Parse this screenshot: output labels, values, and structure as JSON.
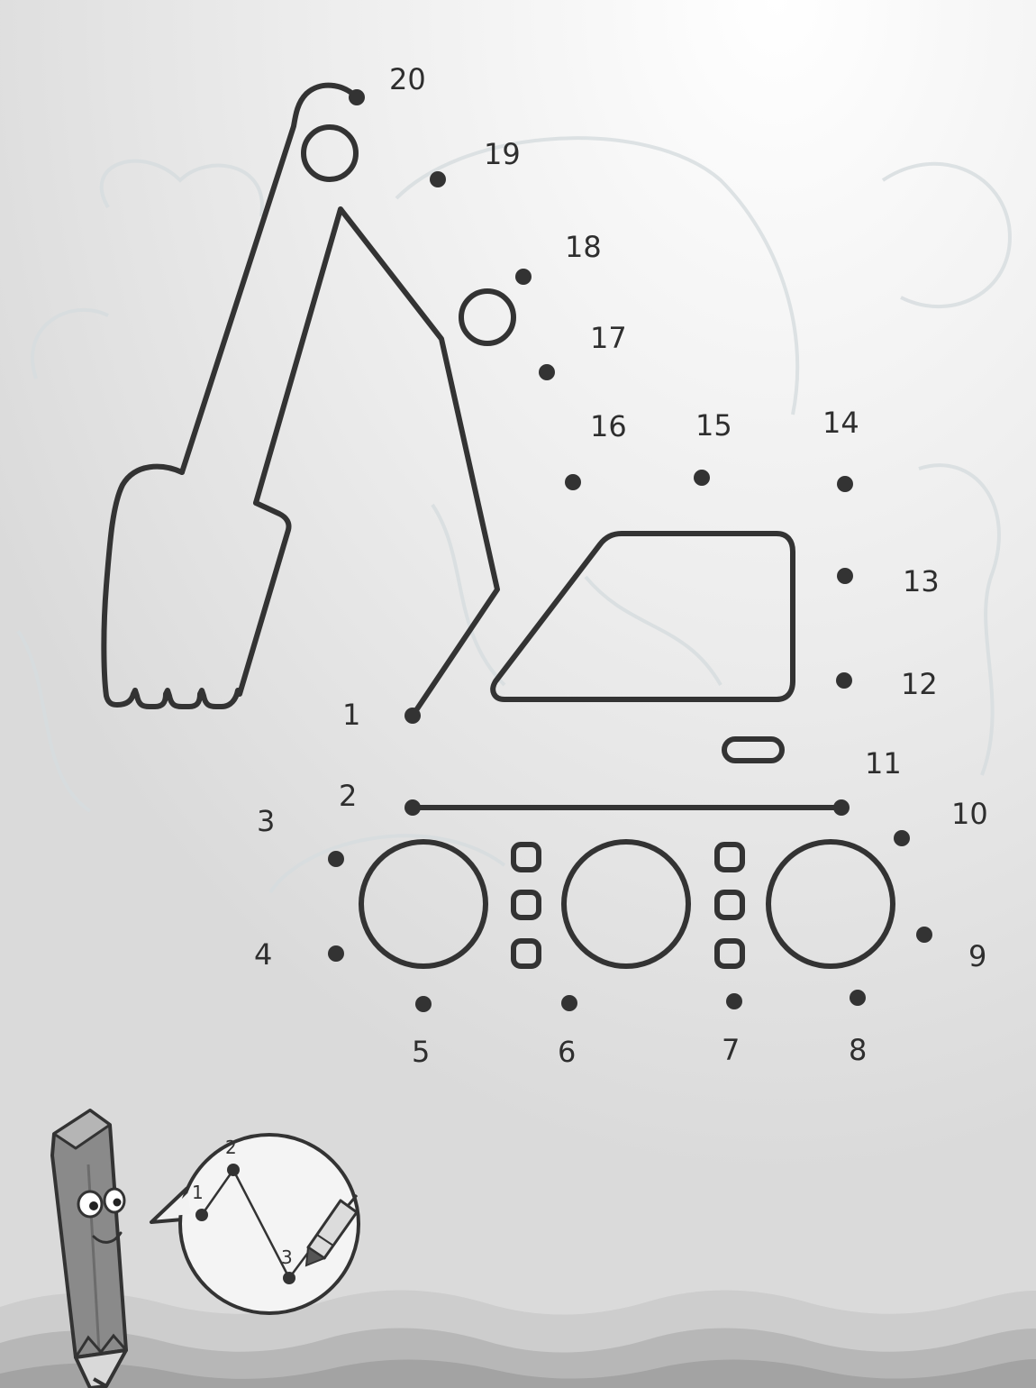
{
  "puzzle": {
    "dots": [
      {
        "label": "1"
      },
      {
        "label": "2"
      },
      {
        "label": "3"
      },
      {
        "label": "4"
      },
      {
        "label": "5"
      },
      {
        "label": "6"
      },
      {
        "label": "7"
      },
      {
        "label": "8"
      },
      {
        "label": "9"
      },
      {
        "label": "10"
      },
      {
        "label": "11"
      },
      {
        "label": "12"
      },
      {
        "label": "13"
      },
      {
        "label": "14"
      },
      {
        "label": "15"
      },
      {
        "label": "16"
      },
      {
        "label": "17"
      },
      {
        "label": "18"
      },
      {
        "label": "19"
      },
      {
        "label": "20"
      }
    ]
  },
  "example": {
    "labels": [
      "1",
      "2",
      "3"
    ]
  },
  "colors": {
    "ink": "#333333",
    "paper": "#e4e4e4",
    "wave_light": "#c8c8c8",
    "wave_dark": "#a8a8a8",
    "ghost_sketch": "#d6dcdf"
  }
}
